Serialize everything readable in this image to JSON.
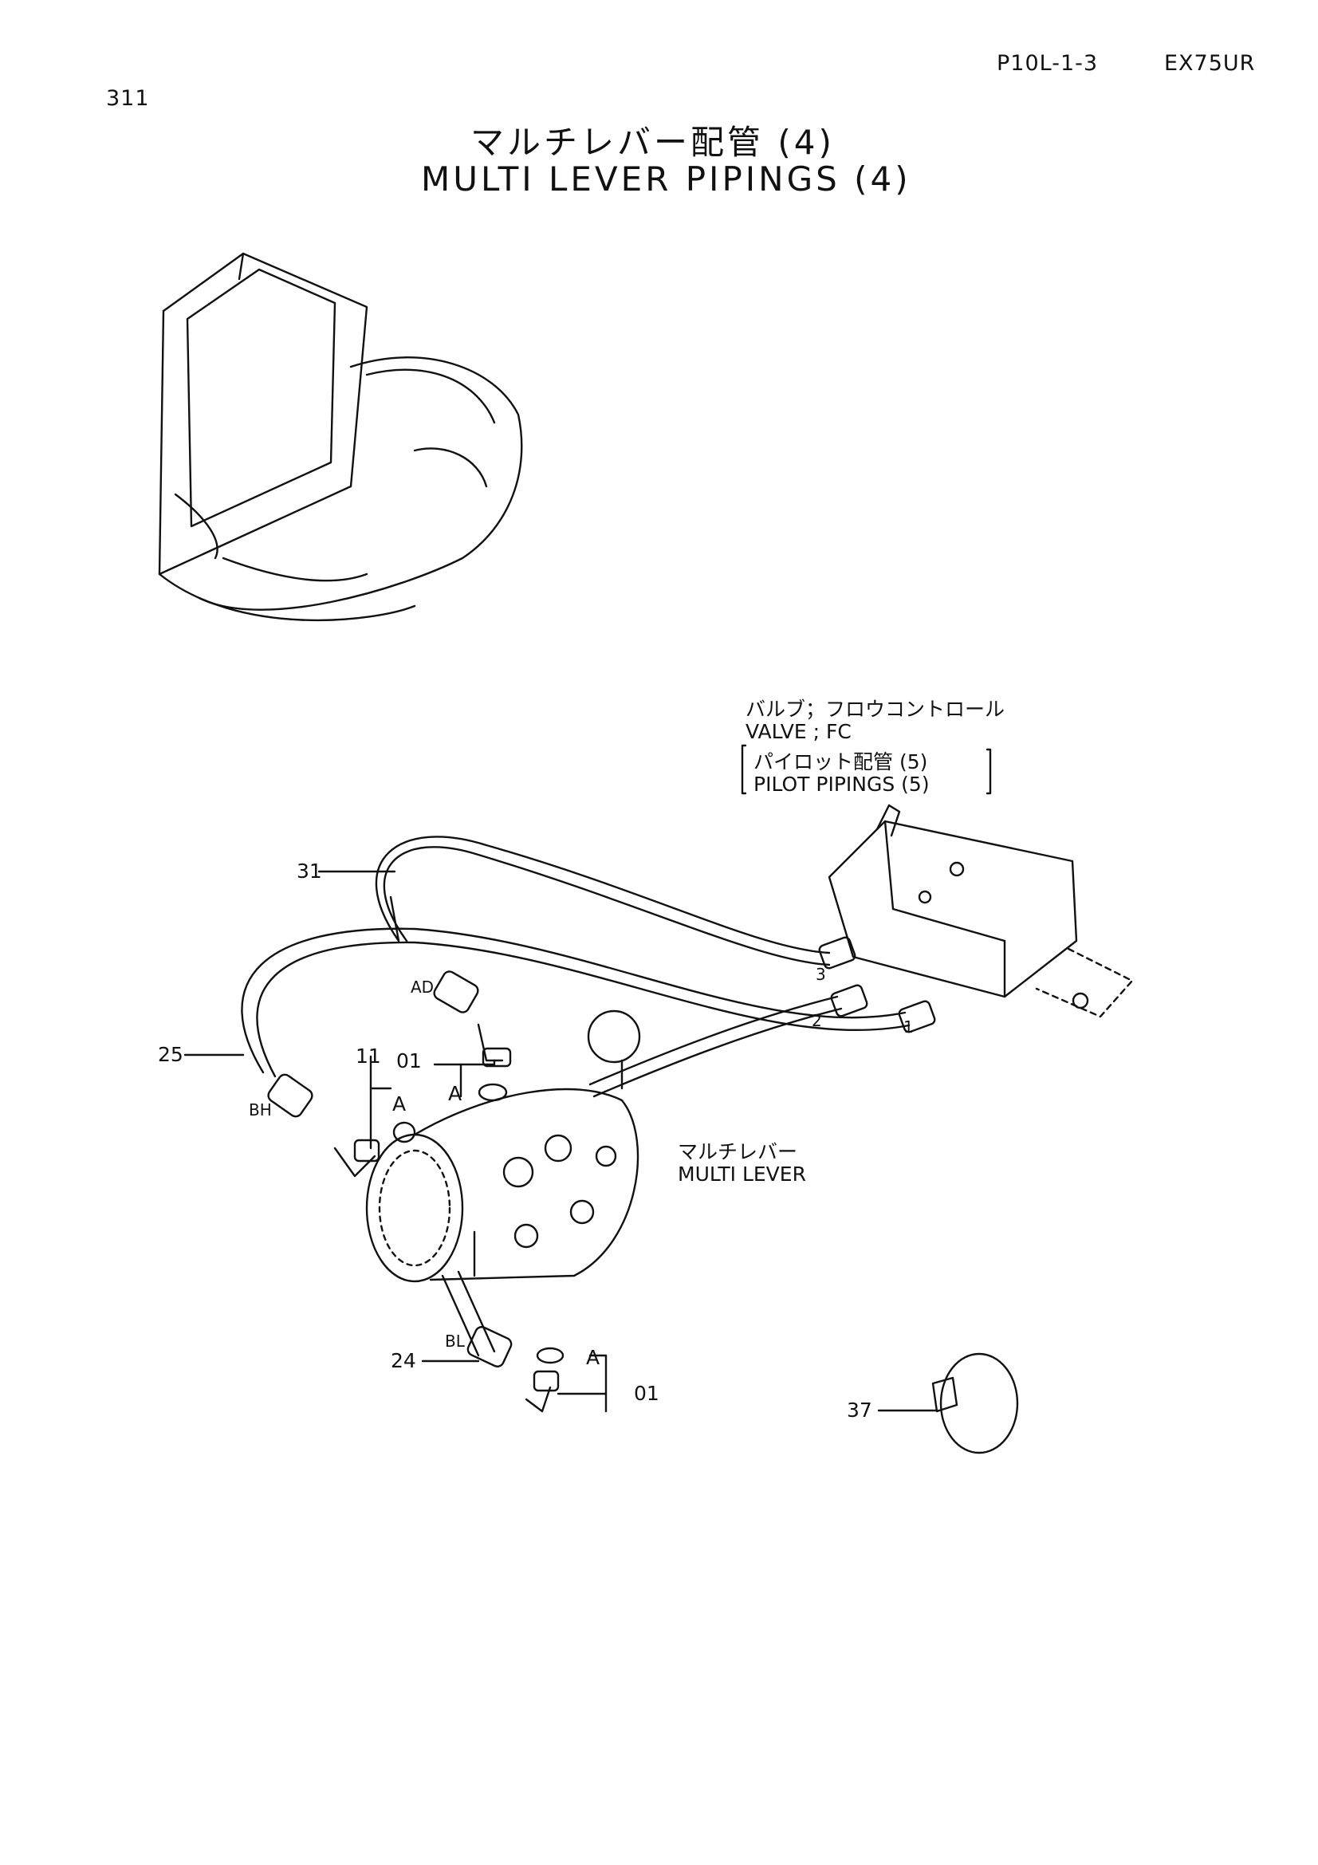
{
  "header": {
    "page_code": "P10L-1-3",
    "model": "EX75UR",
    "section_no": "311"
  },
  "title": {
    "jp": "マルチレバー配管 (4)",
    "en": "MULTI LEVER PIPINGS (4)"
  },
  "callouts": {
    "valve_jp": "バルブ；フロウコントロール",
    "valve_en": "VALVE ; FC",
    "pilot_jp": "パイロット配管 (5)",
    "pilot_en": "PILOT PIPINGS (5)",
    "lever_jp": "マルチレバー",
    "lever_en": "MULTI LEVER"
  },
  "parts": {
    "p31": "31",
    "p25": "25",
    "p24": "24",
    "p11": "11",
    "p01a": "01",
    "p01b": "01",
    "p37": "37"
  },
  "ports": {
    "ad": "AD",
    "bh": "BH",
    "bl": "BL",
    "a1": "A",
    "a2": "A",
    "a3": "A",
    "n1": "1",
    "n2": "2",
    "n3": "3"
  }
}
